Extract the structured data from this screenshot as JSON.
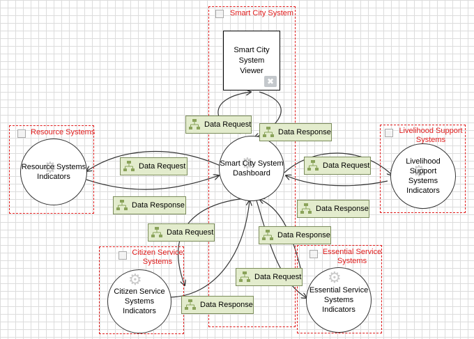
{
  "groups": {
    "smart_city": "Smart City System",
    "resource": "Resource Systems",
    "livelihood": "Livelihood Support Systems",
    "citizen": "Citizen Service Systems",
    "essential": "Essential Service Systems"
  },
  "nodes": {
    "viewer": "Smart City System Viewer",
    "dashboard": "Smart City System Dashboard",
    "resource": "Resource Systems Indicators",
    "livelihood": "Livelihood Support Systems Indicators",
    "citizen": "Citizen Service Systems Indicators",
    "essential": "Essential Service Systems Indicators"
  },
  "messages": {
    "viewer_request": "Data Request",
    "viewer_response": "Data Response",
    "resource_request": "Data Request",
    "resource_response": "Data Response",
    "livelihood_request": "Data Request",
    "livelihood_response": "Data Response",
    "citizen_request": "Data Request",
    "citizen_response": "Data Response",
    "essential_request": "Data Request",
    "essential_response": "Data Response"
  },
  "icons": {
    "group": "frame-icon",
    "node": "gear-icon",
    "viewer": "close-window-icon",
    "message": "message-flow-icon"
  },
  "colors": {
    "group_border": "#e01a1a",
    "message_fill": "#e3eccd",
    "message_border": "#7a8b5a"
  }
}
